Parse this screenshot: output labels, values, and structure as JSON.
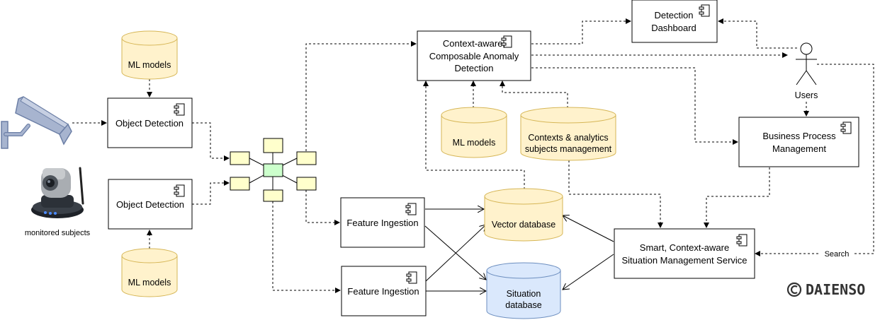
{
  "components": {
    "object_detection_1": "Object Detection",
    "object_detection_2": "Object Detection",
    "feature_ingestion_1": "Feature Ingestion",
    "feature_ingestion_2": "Feature Ingestion",
    "anomaly_detection": [
      "Context-aware,",
      "Composable Anomaly",
      "Detection"
    ],
    "detection_dashboard": [
      "Detection",
      "Dashboard"
    ],
    "business_process": [
      "Business Process",
      "Management"
    ],
    "situation_service": [
      "Smart, Context-aware",
      "Situation Management Service"
    ]
  },
  "datastores": {
    "ml_models_top": "ML models",
    "ml_models_bottom": "ML models",
    "ml_models_mid": "ML models",
    "contexts": [
      "Contexts & analytics",
      "subjects management"
    ],
    "vector_db": "Vector database",
    "situation_db": [
      "Situation",
      "database"
    ]
  },
  "actors": {
    "users": "Users",
    "monitored_subjects": "monitored subjects"
  },
  "edge_labels": {
    "search": "Search"
  },
  "brand": {
    "name": "DAIENSO"
  },
  "colors": {
    "datastore_fill": "#fff2cc",
    "datastore_stroke": "#d6b656",
    "situation_db_fill": "#dae8fc",
    "situation_db_stroke": "#6c8ebf",
    "hub_node_fill": "#ffffcc",
    "hub_center_fill": "#ccffcc",
    "camera_fill": "#a7b4cf",
    "camera_stroke": "#6c7fa6"
  }
}
